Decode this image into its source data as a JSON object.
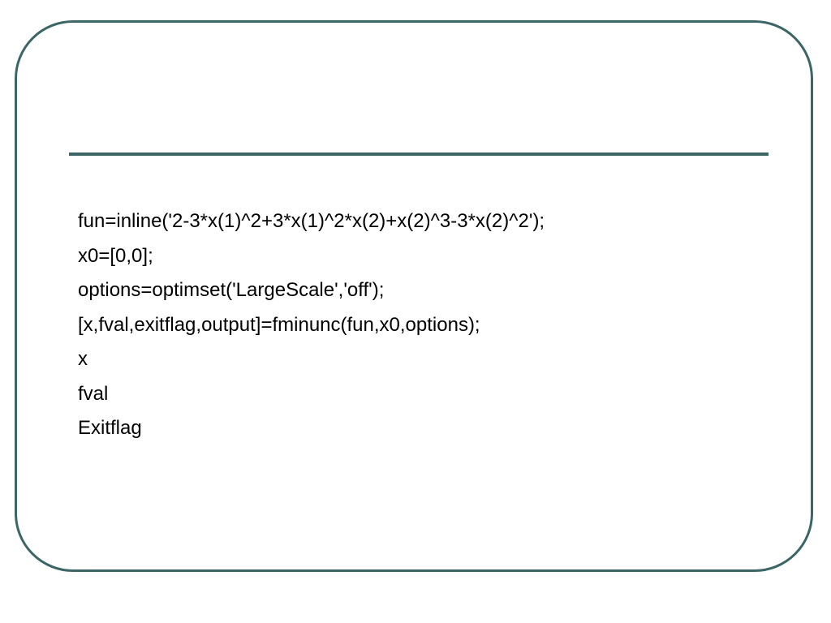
{
  "slide": {
    "lines": [
      "fun=inline('2-3*x(1)^2+3*x(1)^2*x(2)+x(2)^3-3*x(2)^2');",
      "x0=[0,0];",
      "options=optimset('LargeScale','off');",
      "[x,fval,exitflag,output]=fminunc(fun,x0,options);",
      "x",
      "fval",
      "Exitflag"
    ]
  },
  "colors": {
    "frame": "#3c6666",
    "text": "#000000",
    "background": "#ffffff"
  }
}
